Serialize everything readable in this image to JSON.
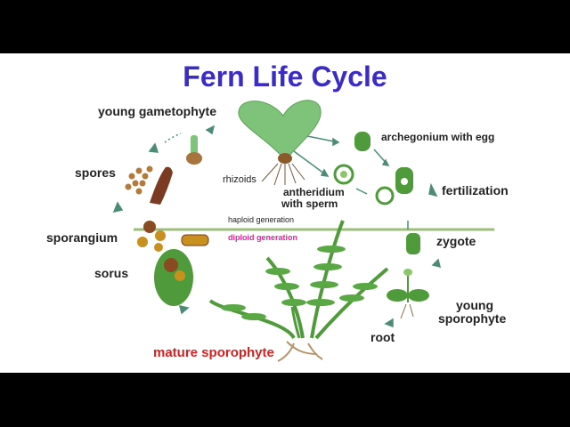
{
  "title": "Fern Life Cycle",
  "labels": {
    "young_gametophyte": "young gametophyte",
    "spores": "spores",
    "rhizoids": "rhizoids",
    "archegonium": "archegonium with egg",
    "antheridium_line1": "antheridium",
    "antheridium_line2": "with sperm",
    "fertilization": "fertilization",
    "haploid": "haploid generation",
    "diploid": "diploid generation",
    "sporangium": "sporangium",
    "zygote": "zygote",
    "sorus": "sorus",
    "young_sporophyte_line1": "young",
    "young_sporophyte_line2": "sporophyte",
    "root": "root",
    "mature_sporophyte": "mature sporophyte"
  },
  "colors": {
    "title": "#3a2cc4",
    "diploid": "#e0219f",
    "mature_sporophyte": "#d62020",
    "leaf": "#4f9a3a",
    "leaf_light": "#8cc66a",
    "gametophyte": "#7fc37a",
    "spore": "#a0522d",
    "sporangium": "#c8901e",
    "arrow": "#4c8c77",
    "divider": "#9bbf7a"
  }
}
